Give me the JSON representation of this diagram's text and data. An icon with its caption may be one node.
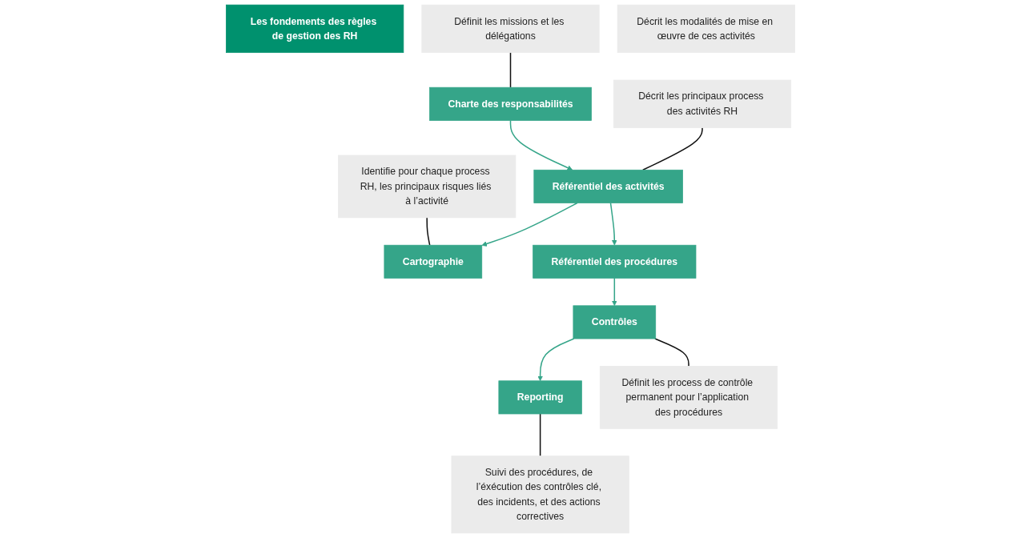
{
  "diagram": {
    "nodes": [
      {
        "text": [
          "Les fondements des règles de gestion des RH"
        ]
      },
      {
        "text": [
          "Définit les missions et les délégations"
        ]
      },
      {
        "text": [
          "Décrit les principaux process des activités RH"
        ]
      },
      {
        "text": [
          "Référentiel des activités"
        ]
      },
      {
        "text": [
          "Identifie pour chaque process RH, les principaux risques liés à l’activité"
        ]
      },
      {
        "text": [
          "Cartographie"
        ]
      },
      {
        "text": [
          "Décrit les modalités de mise en œuvre de ces activités"
        ]
      },
      {
        "text": [
          "Charte des responsabilités"
        ]
      },
      {
        "text": [
          "Reporting"
        ]
      },
      {
        "text": [
          "Référentiel des procédures"
        ]
      },
      {
        "text": [
          "Contrôles"
        ]
      },
      {
        "text": [
          "Suivi des procédures, de l’éxécution des contrôles clé, des incidents, et des actions correctives"
        ]
      },
      {
        "text": [
          "Définit les process de contrôle permanent pour l’application des procédures"
        ]
      }
    ],
    "edges": [
      {
        "from": 1,
        "to": 7,
        "arrow": "none"
      },
      {
        "from": 2,
        "to": 3,
        "arrow": "none"
      },
      {
        "from": 3,
        "to": 5,
        "arrow": "to",
        "color": "#35a589"
      },
      {
        "from": 4,
        "to": 5,
        "arrow": "none"
      },
      {
        "from": 7,
        "to": 3,
        "arrow": "to",
        "color": "#35a589"
      },
      {
        "from": 3,
        "to": 9,
        "arrow": "to",
        "color": "#35a589"
      },
      {
        "from": 9,
        "to": 10,
        "arrow": "to",
        "color": "#35a589"
      },
      {
        "from": 10,
        "to": 8,
        "arrow": "to",
        "color": "#35a589"
      },
      {
        "from": 8,
        "to": 11,
        "arrow": "none"
      },
      {
        "from": 10,
        "to": 12,
        "arrow": "none"
      }
    ]
  }
}
